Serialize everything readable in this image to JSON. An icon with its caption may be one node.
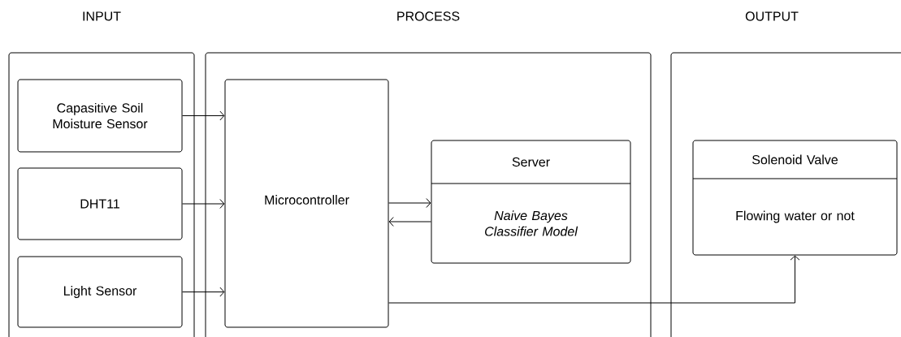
{
  "diagram": {
    "nodes": [
      {
        "text": [
          "INPUT"
        ]
      },
      {
        "text": [
          "Capasitive Soil Moisture Sensor"
        ],
        "in": 0
      },
      {
        "text": [
          "DHT11"
        ],
        "in": 0
      },
      {
        "text": [
          "Light Sensor"
        ],
        "in": 0
      },
      {
        "text": [
          "PROCESS"
        ]
      },
      {
        "text": [
          "Microcontroller"
        ],
        "in": 4
      },
      {
        "text": [
          "Server",
          "Naive Bayes Classifier Model"
        ],
        "in": 4
      },
      {
        "text": [
          "OUTPUT"
        ]
      },
      {
        "text": [
          "Solenoid Valve",
          "Flowing water or not"
        ],
        "in": 7
      }
    ],
    "edges": [
      {
        "from": 1,
        "to": 5,
        "arrow": "to"
      },
      {
        "from": 2,
        "to": 5,
        "arrow": "to"
      },
      {
        "from": 3,
        "to": 5,
        "arrow": "to"
      },
      {
        "from": 5,
        "to": 6,
        "arrow": "to"
      },
      {
        "from": 6,
        "to": 5,
        "arrow": "to"
      },
      {
        "from": 5,
        "to": 8,
        "arrow": "to"
      }
    ]
  }
}
